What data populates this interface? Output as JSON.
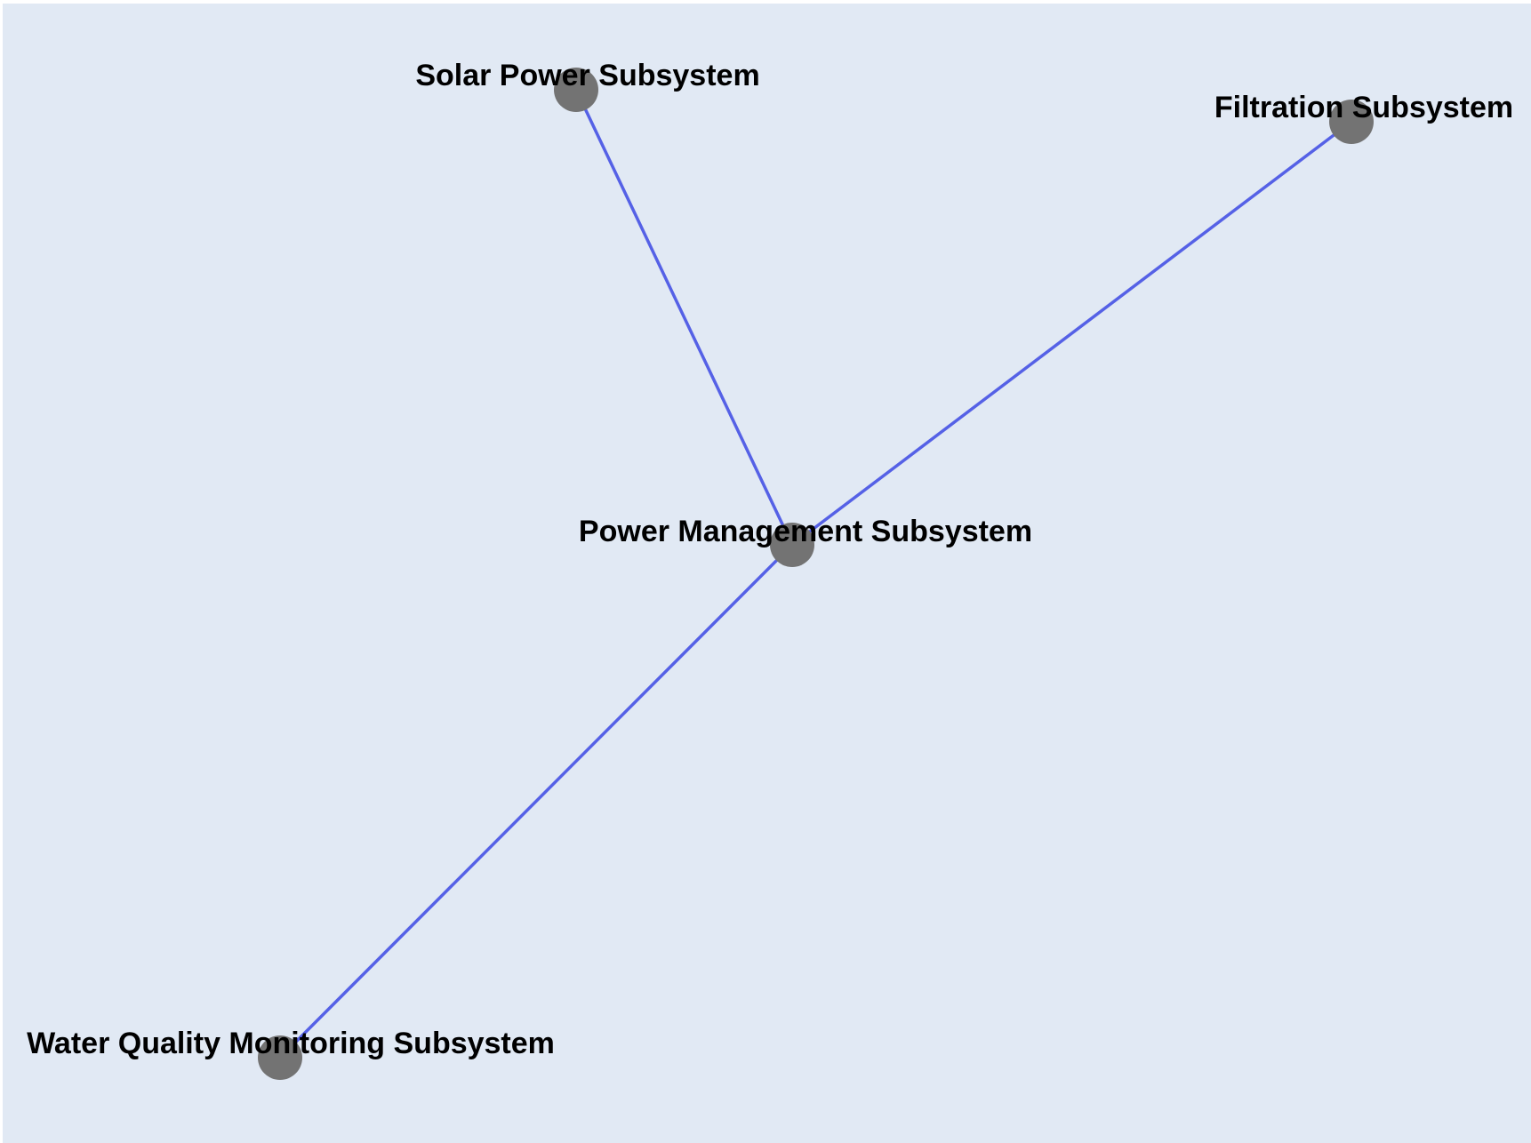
{
  "diagram": {
    "type": "network-graph",
    "colors": {
      "plot_background": "#e1e9f4",
      "edge": "#5561e6",
      "node": "#737373",
      "label": "#000000"
    },
    "nodes": [
      {
        "id": "solar",
        "label": "Solar Power Subsystem"
      },
      {
        "id": "filtration",
        "label": "Filtration Subsystem"
      },
      {
        "id": "power",
        "label": "Power Management Subsystem"
      },
      {
        "id": "water",
        "label": "Water Quality Monitoring Subsystem"
      }
    ],
    "edges": [
      {
        "source": "solar",
        "target": "power"
      },
      {
        "source": "filtration",
        "target": "power"
      },
      {
        "source": "power",
        "target": "water"
      }
    ]
  }
}
